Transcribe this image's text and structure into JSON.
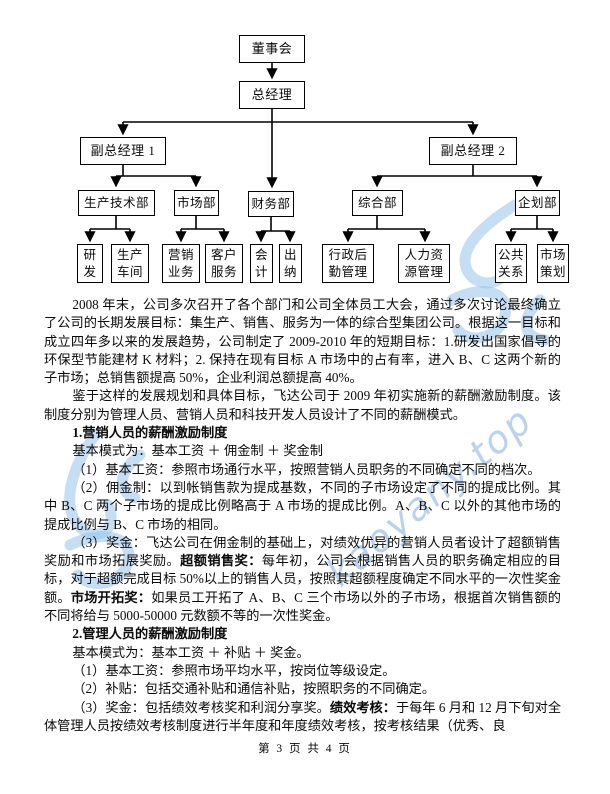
{
  "org": {
    "board": "董事会",
    "gm": "总经理",
    "vgm1": "副总经理 1",
    "vgm2": "副总经理 2",
    "prod_tech": "生产技术部",
    "market_dept": "市场部",
    "finance": "财务部",
    "general": "综合部",
    "planning": "企划部",
    "rd": "研发",
    "workshop": "生产车间",
    "marketing_biz": "营销业务",
    "customer_service": "客户服务",
    "accounting": "会计",
    "cashier": "出纳",
    "admin_logistics": "行政后勤管理",
    "hr": "人力资源管理",
    "public_relations": "公共关系",
    "market_planning": "市场策划"
  },
  "body": {
    "paragraphs": [
      {
        "segments": [
          {
            "t": "2008 年末，公司多次召开了各个部门和公司全体员工大会，通过多次讨论最终确立了公司的长期发展目标：集生产、销售、服务为一体的综合型集团公司。根据这一目标和成立四年多以来的发展趋势，公司制定了 2009-2010 年的短期目标：1.研发出国家倡导的环保型节能建材 K 材料；2. 保持在现有目标 A 市场中的占有率，进入 B、C 这两个新的子市场；总销售额提高 50%，企业利润总额提高 40%。"
          }
        ]
      },
      {
        "segments": [
          {
            "t": "鉴于这样的发展规划和具体目标，飞达公司于 2009 年初实施新的薪酬激励制度。该制度分别为管理人员、营销人员和科技开发人员设计了不同的薪酬模式。"
          }
        ]
      },
      {
        "segments": [
          {
            "t": "1.营销人员的薪酬激励制度",
            "b": true
          }
        ]
      },
      {
        "segments": [
          {
            "t": "基本模式为：基本工资 ＋ 佣金制 ＋ 奖金制"
          }
        ]
      },
      {
        "segments": [
          {
            "t": "（1）基本工资：参照市场通行水平，按照营销人员职务的不同确定不同的档次。"
          }
        ]
      },
      {
        "segments": [
          {
            "t": "（2）佣金制：以到帐销售款为提成基数，不同的子市场设定了不同的提成比例。其中 B、C 两个子市场的提成比例略高于 A 市场的提成比例。A、B、C 以外的其他市场的提成比例与 B、C 市场的相同。"
          }
        ]
      },
      {
        "segments": [
          {
            "t": "（3）奖金：飞达公司在佣金制的基础上，对绩效优异的营销人员者设计了超额销售奖励和市场拓展奖励。"
          },
          {
            "t": "超额销售奖：",
            "b": true
          },
          {
            "t": "每年初，公司会根据销售人员的职务确定相应的目标，对于超额完成目标 50%以上的销售人员，按照其超额程度确定不同水平的一次性奖金额。"
          },
          {
            "t": "市场开拓奖：",
            "b": true
          },
          {
            "t": "如果员工开拓了 A、B、C 三个市场以外的子市场，根据首次销售额的不同将给与 5000-50000 元数额不等的一次性奖金。"
          }
        ]
      },
      {
        "segments": [
          {
            "t": "2.管理人员的薪酬激励制度",
            "b": true
          }
        ]
      },
      {
        "segments": [
          {
            "t": "基本模式为：基本工资 ＋ 补贴 ＋ 奖金。"
          }
        ]
      },
      {
        "segments": [
          {
            "t": "（1）基本工资：参照市场平均水平，按岗位等级设定。"
          }
        ]
      },
      {
        "segments": [
          {
            "t": "（2）补贴：包括交通补贴和通信补贴，按照职务的不同确定。"
          }
        ]
      },
      {
        "segments": [
          {
            "t": "（3）奖金：包括绩效考核奖和利润分享奖。"
          },
          {
            "t": "绩效考核：",
            "b": true
          },
          {
            "t": "于每年 6 月和 12 月下旬对全体管理人员按绩效考核制度进行半年度和年度绩效考核，按考核结果（优秀、良"
          }
        ]
      }
    ]
  },
  "footer": {
    "page_label": "第 3 页 共 4 页"
  },
  "watermark": {
    "text": "kaoyany.top",
    "color": "#80afe0"
  }
}
